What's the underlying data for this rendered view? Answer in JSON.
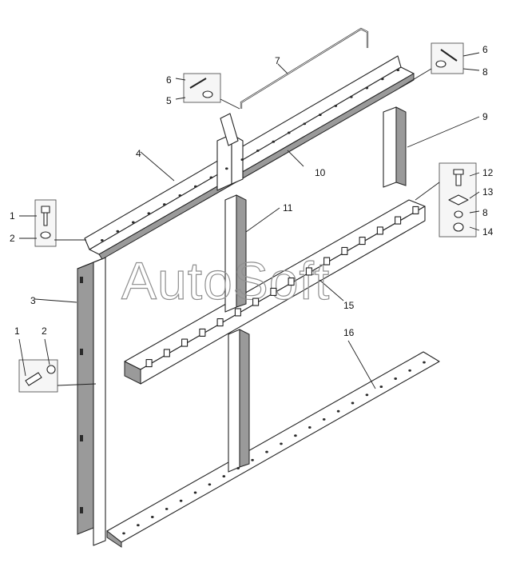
{
  "watermark": "AutoSoft",
  "callouts": [
    "1",
    "2",
    "3",
    "4",
    "5",
    "6",
    "7",
    "8",
    "9",
    "10",
    "11",
    "12",
    "13",
    "14",
    "15",
    "16"
  ],
  "labels": {
    "n1a": "1",
    "n2a": "2",
    "n1b": "1",
    "n2b": "2",
    "n3": "3",
    "n4": "4",
    "n5": "5",
    "n6a": "6",
    "n6b": "6",
    "n7": "7",
    "n8a": "8",
    "n8b": "8",
    "n9": "9",
    "n10": "10",
    "n11": "11",
    "n12": "12",
    "n13": "13",
    "n14": "14",
    "n15": "15",
    "n16": "16"
  }
}
